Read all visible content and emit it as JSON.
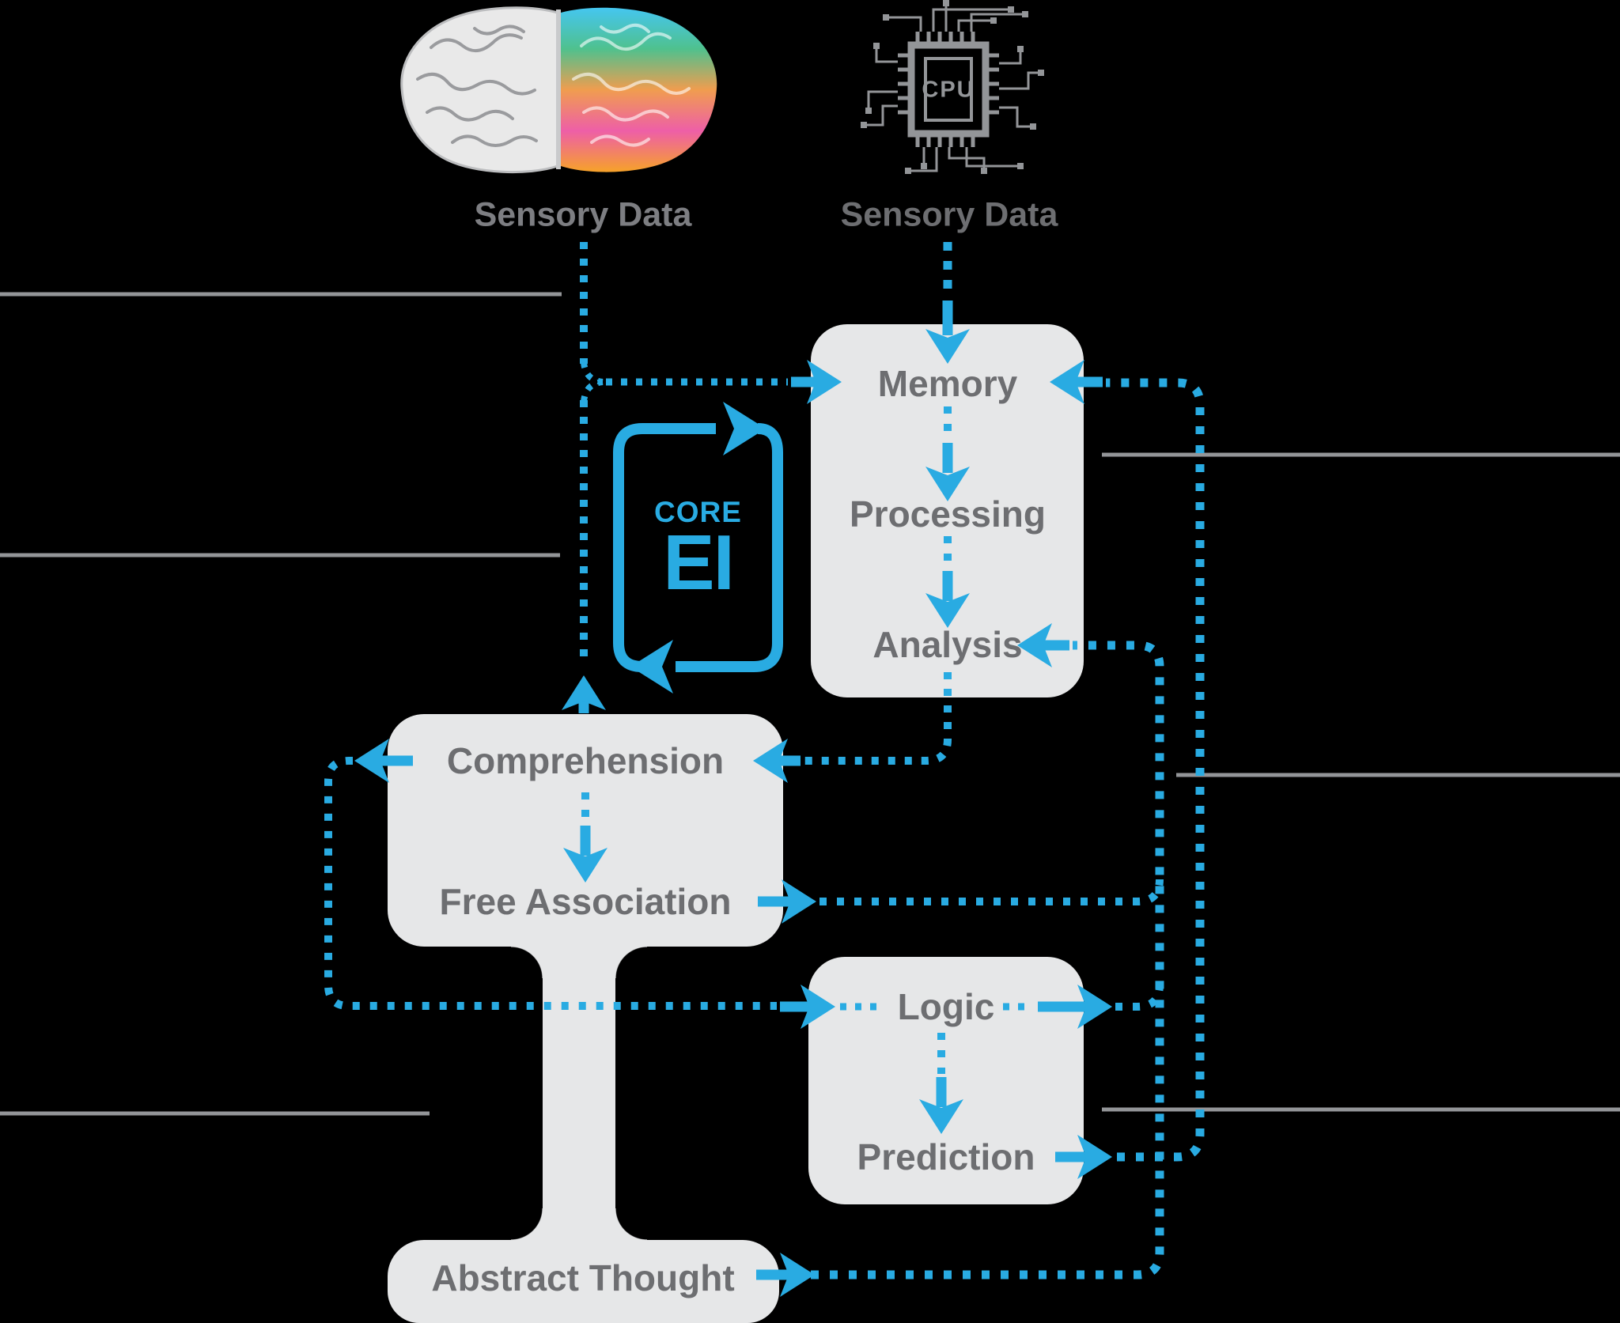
{
  "title": "Brain vs CPU cognition flow diagram",
  "colors": {
    "accent_blue": "#29abe2",
    "box_fill": "#e6e7e8",
    "text_gray": "#6d6e71",
    "rule_gray": "#939598",
    "background": "#000000"
  },
  "header": {
    "brain_label": "Sensory Data",
    "cpu_label": "Sensory Data",
    "cpu_chip_text": "CPU"
  },
  "core_loop": {
    "line1": "CORE",
    "line2": "EI"
  },
  "nodes": {
    "memory": "Memory",
    "processing": "Processing",
    "analysis": "Analysis",
    "comprehension": "Comprehension",
    "free_association": "Free Association",
    "logic": "Logic",
    "prediction": "Prediction",
    "abstract_thought": "Abstract Thought"
  },
  "icons": [
    {
      "name": "brain-icon",
      "meaning": "human brain, left hemisphere gray / right hemisphere colorful"
    },
    {
      "name": "cpu-chip-icon",
      "meaning": "CPU microchip with circuit traces"
    },
    {
      "name": "core-ei-loop-icon",
      "meaning": "clockwise feedback loop border around CORE EI"
    }
  ]
}
